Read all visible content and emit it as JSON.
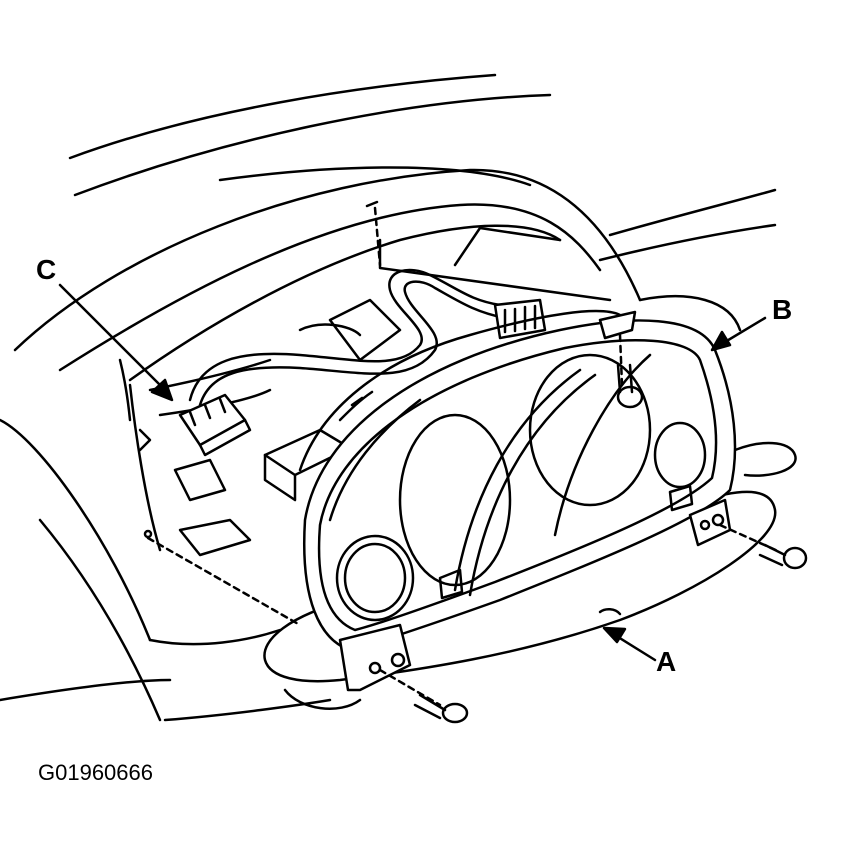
{
  "figure_id": "G01960666",
  "callouts": {
    "a": "A",
    "b": "B",
    "c": "C"
  },
  "colors": {
    "ink": "#000000",
    "paper": "#ffffff"
  }
}
